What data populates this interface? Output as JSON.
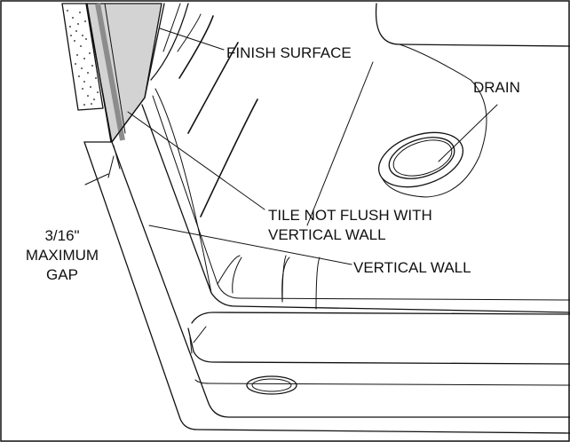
{
  "diagram": {
    "labels": {
      "finish_surface": "FINISH SURFACE",
      "drain": "DRAIN",
      "tile_line1": "TILE NOT FLUSH WITH",
      "tile_line2": "VERTICAL WALL",
      "vertical_wall": "VERTICAL WALL",
      "gap_line1": "3/16\"",
      "gap_line2": "MAXIMUM",
      "gap_line3": "GAP"
    },
    "colors": {
      "stroke": "#111111",
      "tile_fill": "#d3d3d3",
      "tile_edge": "#8c8c8c",
      "background": "#ffffff"
    }
  }
}
